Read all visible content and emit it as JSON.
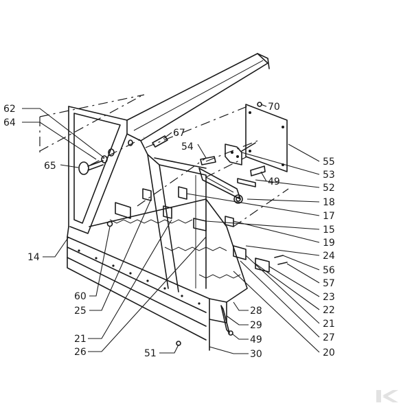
{
  "diagram": {
    "callouts": [
      {
        "id": "c62",
        "label": "62"
      },
      {
        "id": "c64",
        "label": "64"
      },
      {
        "id": "c65",
        "label": "65"
      },
      {
        "id": "c14",
        "label": "14"
      },
      {
        "id": "c60",
        "label": "60"
      },
      {
        "id": "c25",
        "label": "25"
      },
      {
        "id": "c21a",
        "label": "21"
      },
      {
        "id": "c26",
        "label": "26"
      },
      {
        "id": "c51",
        "label": "51"
      },
      {
        "id": "c30",
        "label": "30"
      },
      {
        "id": "c49a",
        "label": "49"
      },
      {
        "id": "c29",
        "label": "29"
      },
      {
        "id": "c28",
        "label": "28"
      },
      {
        "id": "c67",
        "label": "67"
      },
      {
        "id": "c54",
        "label": "54"
      },
      {
        "id": "c70",
        "label": "70"
      },
      {
        "id": "c55",
        "label": "55"
      },
      {
        "id": "c53",
        "label": "53"
      },
      {
        "id": "c49b",
        "label": "49"
      },
      {
        "id": "c52",
        "label": "52"
      },
      {
        "id": "c18",
        "label": "18"
      },
      {
        "id": "c17",
        "label": "17"
      },
      {
        "id": "c15",
        "label": "15"
      },
      {
        "id": "c19",
        "label": "19"
      },
      {
        "id": "c24",
        "label": "24"
      },
      {
        "id": "c56",
        "label": "56"
      },
      {
        "id": "c57",
        "label": "57"
      },
      {
        "id": "c23",
        "label": "23"
      },
      {
        "id": "c22",
        "label": "22"
      },
      {
        "id": "c21b",
        "label": "21"
      },
      {
        "id": "c27",
        "label": "27"
      },
      {
        "id": "c20",
        "label": "20"
      }
    ]
  }
}
